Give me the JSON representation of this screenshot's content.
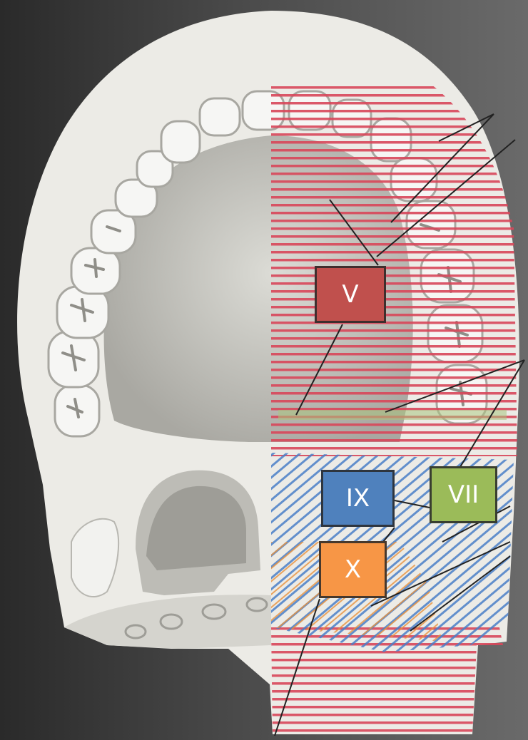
{
  "labels": {
    "v": {
      "text": "V",
      "color": "#c0504d"
    },
    "ix": {
      "text": "IX",
      "color": "#4f81bd"
    },
    "vii": {
      "text": "VII",
      "color": "#9bbb59"
    },
    "x": {
      "text": "X",
      "color": "#f79646"
    }
  },
  "colors": {
    "background": "#444444",
    "tissue": "#ecebe6",
    "tissue_shadow": "#bdbcb6",
    "teeth": "#f6f6f4",
    "hatch_red": "#d9475a",
    "hatch_blue": "#4a7fc8",
    "hatch_orange": "#e8913c",
    "hatch_green": "#a9c47e",
    "leader": "#222222"
  }
}
